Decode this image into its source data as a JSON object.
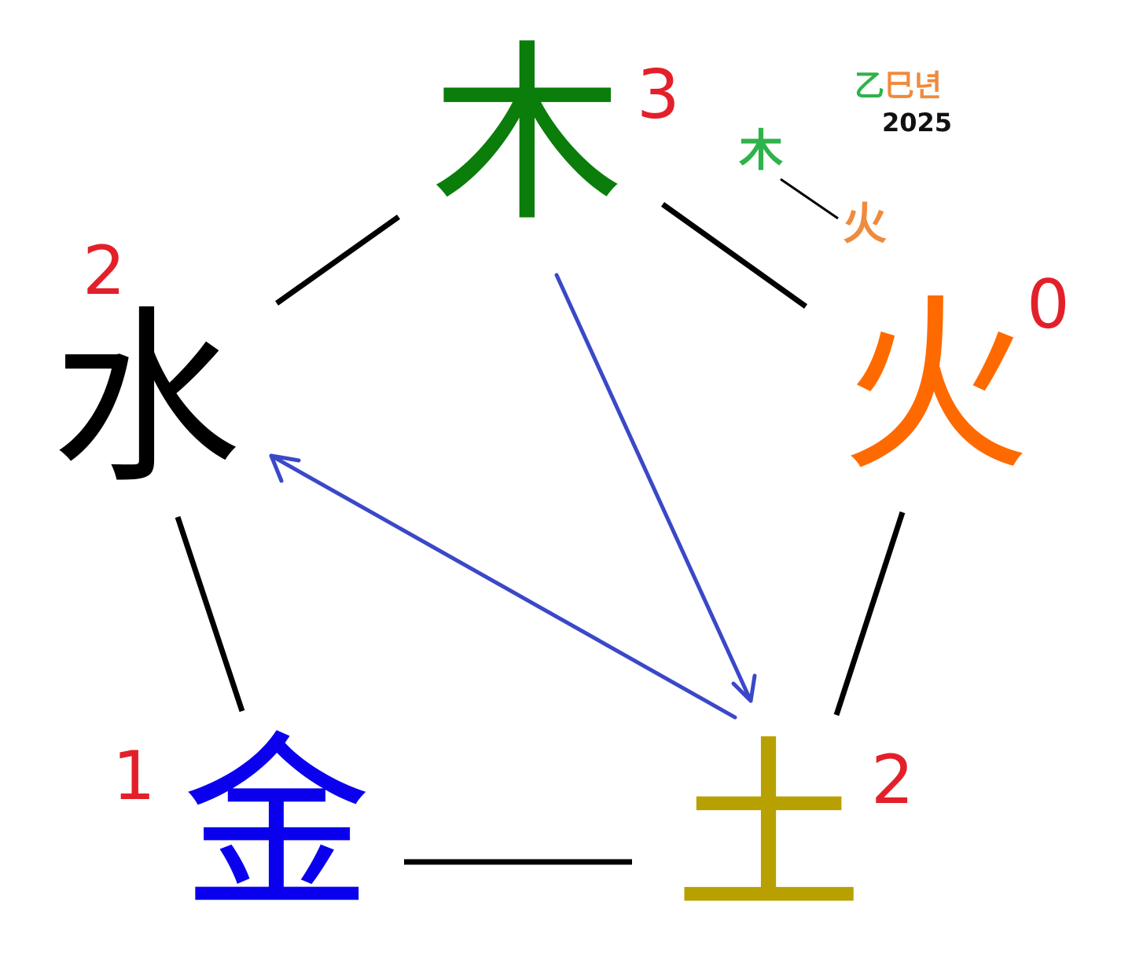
{
  "year_badge": {
    "stem_char": "乙",
    "branch_char": "巳",
    "suffix": "년",
    "year": "2025",
    "stem_color": "#2db34a",
    "branch_color": "#f08a3c",
    "year_color": "#111111"
  },
  "year_elements": {
    "first": {
      "char": "木",
      "color": "#2db34a"
    },
    "second": {
      "char": "火",
      "color": "#f08a3c"
    }
  },
  "elements": {
    "wood": {
      "char": "木",
      "count": "3",
      "color": "#0a7d0a"
    },
    "fire": {
      "char": "火",
      "count": "0",
      "color": "#ff6a00"
    },
    "earth": {
      "char": "土",
      "count": "2",
      "color": "#b8a000"
    },
    "metal": {
      "char": "金",
      "count": "1",
      "color": "#0a00ee"
    },
    "water": {
      "char": "水",
      "count": "2",
      "color": "#000000"
    }
  },
  "colors": {
    "count": "#e3202a",
    "edge": "#000000",
    "arrow": "#3a48c8"
  }
}
